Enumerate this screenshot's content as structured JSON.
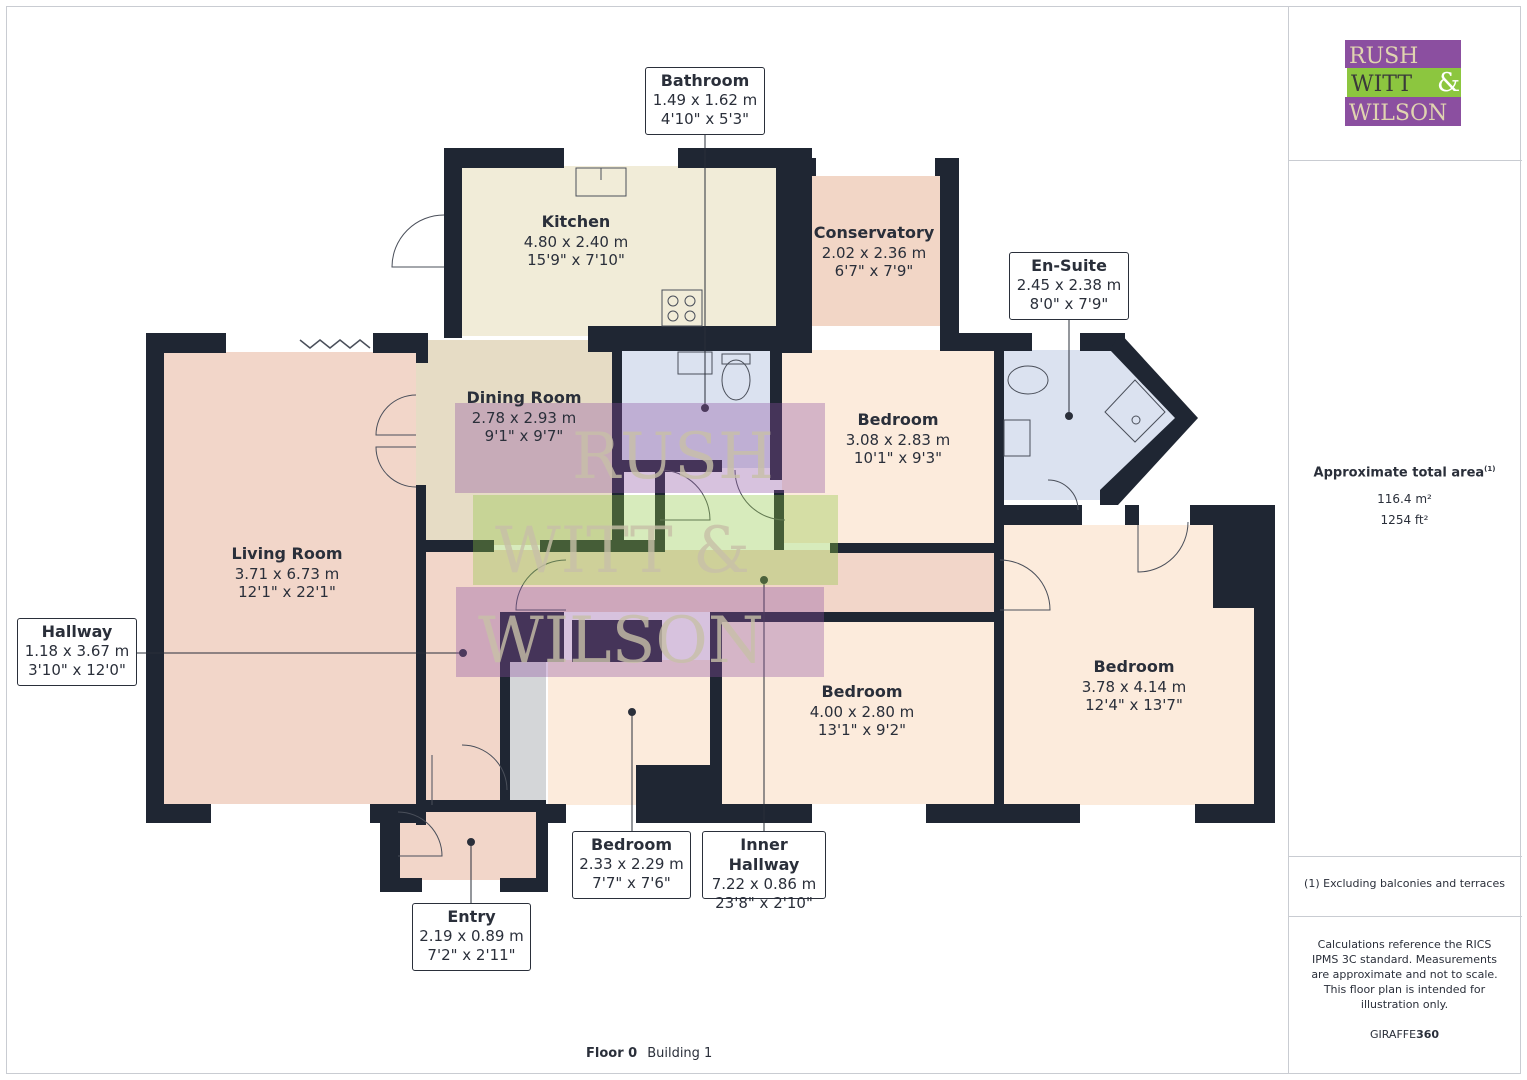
{
  "rooms": {
    "kitchen": {
      "name": "Kitchen",
      "metric": "4.80 x 2.40 m",
      "imperial": "15'9\" x 7'10\""
    },
    "conservatory": {
      "name": "Conservatory",
      "metric": "2.02 x 2.36 m",
      "imperial": "6'7\" x 7'9\""
    },
    "dining": {
      "name": "Dining Room",
      "metric": "2.78 x 2.93 m",
      "imperial": "9'1\" x 9'7\""
    },
    "living": {
      "name": "Living Room",
      "metric": "3.71 x 6.73 m",
      "imperial": "12'1\" x 22'1\""
    },
    "bedroom_top": {
      "name": "Bedroom",
      "metric": "3.08 x 2.83 m",
      "imperial": "10'1\" x 9'3\""
    },
    "bedroom_mid": {
      "name": "Bedroom",
      "metric": "4.00 x 2.80 m",
      "imperial": "13'1\" x 9'2\""
    },
    "bedroom_right": {
      "name": "Bedroom",
      "metric": "3.78 x 4.14 m",
      "imperial": "12'4\" x 13'7\""
    }
  },
  "callouts": {
    "bathroom": {
      "name": "Bathroom",
      "metric": "1.49 x 1.62 m",
      "imperial": "4'10\" x 5'3\""
    },
    "ensuite": {
      "name": "En-Suite",
      "metric": "2.45 x 2.38 m",
      "imperial": "8'0\" x 7'9\""
    },
    "hallway": {
      "name": "Hallway",
      "metric": "1.18 x 3.67 m",
      "imperial": "3'10\" x 12'0\""
    },
    "entry": {
      "name": "Entry",
      "metric": "2.19 x 0.89 m",
      "imperial": "7'2\" x 2'11\""
    },
    "bedroom_small": {
      "name": "Bedroom",
      "metric": "2.33 x 2.29 m",
      "imperial": "7'7\" x 7'6\""
    },
    "inner_hallway": {
      "name": "Inner Hallway",
      "metric": "7.22 x 0.86 m",
      "imperial": "23'8\" x 2'10\""
    }
  },
  "logo": {
    "line1": "RUSH",
    "line2": "WITT",
    "amp": "&",
    "line3": "WILSON"
  },
  "watermark": {
    "line1": "RUSH",
    "line2": "WITT &",
    "line3": "WILSON"
  },
  "sidebar": {
    "area_title": "Approximate total area",
    "area_sup": "(1)",
    "area_m2": "116.4 m²",
    "area_ft2": "1254 ft²",
    "footnote": "(1) Excluding balconies and terraces",
    "calc_note": "Calculations reference the RICS IPMS 3C standard. Measurements are approximate and not to scale. This floor plan is intended for illustration only.",
    "brand_a": "GIRAFFE",
    "brand_b": "360"
  },
  "footer": {
    "floor": "Floor 0",
    "building": "Building 1"
  },
  "colors": {
    "wall": "#1f2633",
    "kitchen": "#f1ecd8",
    "conservatory": "#f2d6c6",
    "living": "#f2d6c9",
    "bedroom": "#fcebdc",
    "bath": "#dbe2f0",
    "ensuite": "#dbe2f0",
    "dining": "#e6dcc5",
    "hall": "#f2d6c9",
    "logo_purple": "#8b4fa0",
    "logo_green": "#8cc63f"
  }
}
